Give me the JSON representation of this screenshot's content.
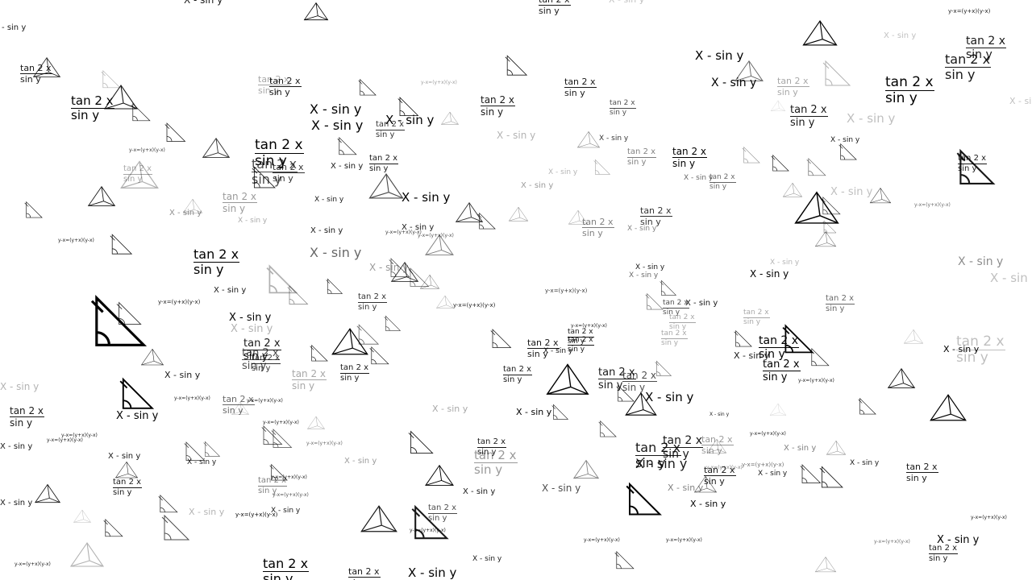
{
  "texts": {
    "x_minus_sin_y": "X - sin y",
    "tan_2x": "tan 2 x",
    "sin_y": "sin y",
    "eq_y_x": "y-x=(y+x)(y-x)"
  },
  "colors": {
    "background": "#ffffff",
    "ink": "#000000"
  },
  "shapes": [
    "triangle-pyramid-icon",
    "right-triangle-axes-icon"
  ]
}
